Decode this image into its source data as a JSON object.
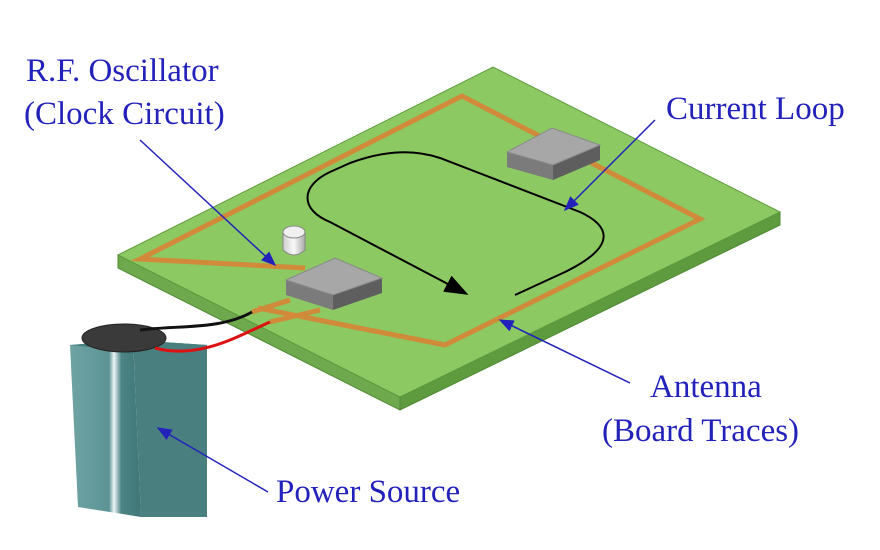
{
  "labels": {
    "oscillator_line1": "R.F. Oscillator",
    "oscillator_line2": "(Clock Circuit)",
    "current_loop": "Current Loop",
    "antenna_line1": "Antenna",
    "antenna_line2": "(Board Traces)",
    "power_source": "Power Source"
  },
  "colors": {
    "board_top": "#8cc963",
    "board_side": "#5e9b3f",
    "trace": "#d08a3a",
    "chip": "#9a9a9a",
    "battery": "#5f9a9a",
    "label_text": "#2222bb",
    "wire_red": "#dd1111",
    "wire_black": "#111111"
  },
  "icons": [
    "circuit-board",
    "rf-oscillator-chip",
    "chip",
    "capacitor",
    "battery",
    "current-loop-arrow"
  ]
}
